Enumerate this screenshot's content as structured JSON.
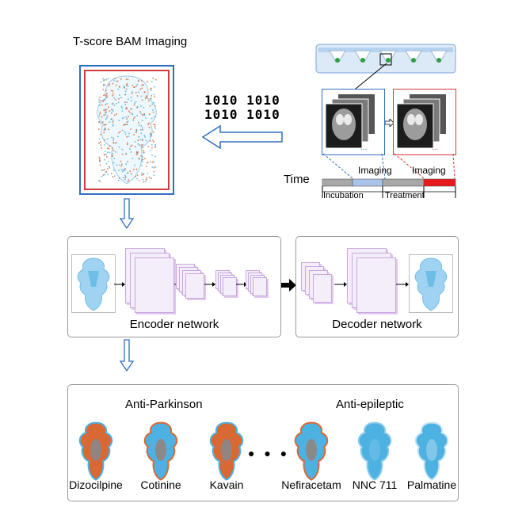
{
  "bam": {
    "title": "T-score BAM Imaging"
  },
  "acquisition": {
    "binary_lines": [
      "1010 1010",
      "1010 1010"
    ],
    "time_label": "Time",
    "imaging_label_1": "Imaging",
    "imaging_label_2": "Imaging",
    "incubation_label": "Incubation",
    "treatment_label": "Treatment",
    "ellipsis": "...",
    "colors": {
      "blue": "#2f6fc0",
      "red": "#d23b3b",
      "green": "#2ea043",
      "gray": "#a8a8a8"
    }
  },
  "network": {
    "encoder_label": "Encoder network",
    "decoder_label": "Decoder network"
  },
  "results": {
    "group1_label": "Anti-Parkinson",
    "group2_label": "Anti-epileptic",
    "dots": "● ● ●",
    "drugs": [
      "Dizocilpine",
      "Cotinine",
      "Kavain",
      "Nefiracetam",
      "NNC 711",
      "Palmatine"
    ],
    "colors": {
      "orange": "#d4581f",
      "cyan": "#3aa9de"
    }
  }
}
